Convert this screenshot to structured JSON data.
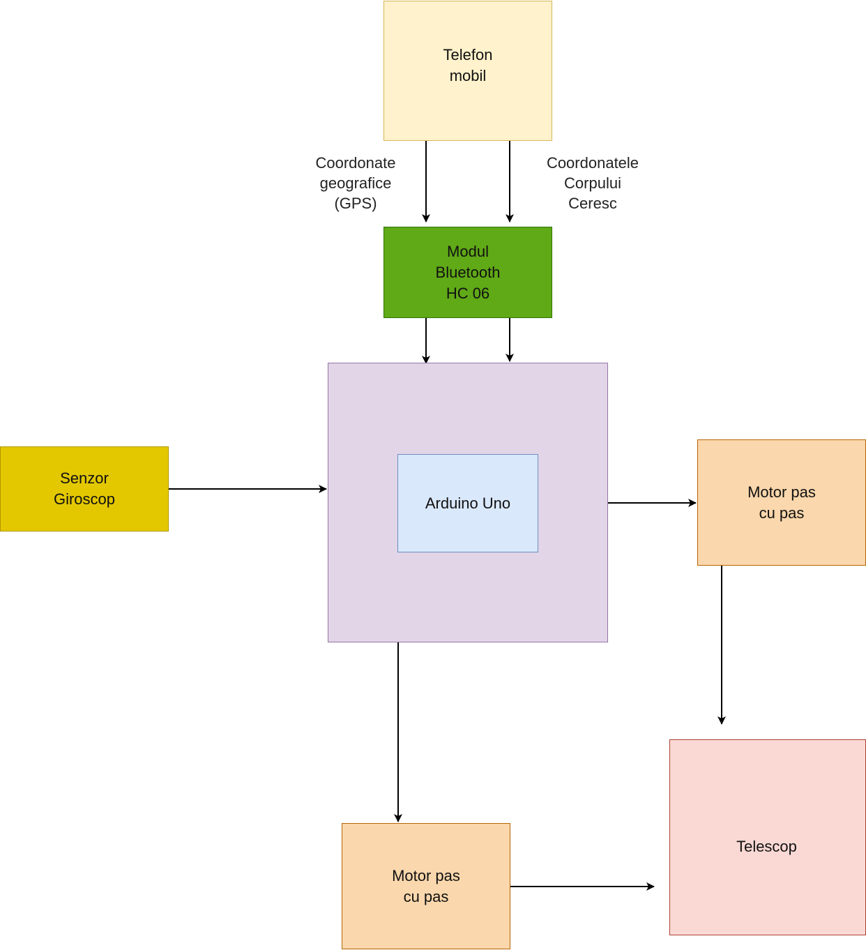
{
  "nodes": {
    "phone": {
      "label": "Telefon\nmobil",
      "fill": "#fff2cc",
      "stroke": "#d6b656"
    },
    "bluetooth": {
      "label": "Modul\nBluetooth\nHC 06",
      "fill": "#60a917",
      "stroke": "#2d7600"
    },
    "board": {
      "label": "",
      "fill": "#e1d5e7",
      "stroke": "#9673a6"
    },
    "arduino": {
      "label": "Arduino Uno",
      "fill": "#dae8fc",
      "stroke": "#6c8ebf"
    },
    "gyro": {
      "label": "Senzor\nGiroscop",
      "fill": "#e3c800",
      "stroke": "#b09500"
    },
    "motor_right": {
      "label": "Motor pas\ncu pas",
      "fill": "#fad7ac",
      "stroke": "#b46504"
    },
    "motor_bottom": {
      "label": "Motor pas\ncu pas",
      "fill": "#fad7ac",
      "stroke": "#b46504"
    },
    "telescope": {
      "label": "Telescop",
      "fill": "#fad9d5",
      "stroke": "#ae4132"
    }
  },
  "edge_labels": {
    "gps": "Coordonate\ngeografice\n(GPS)",
    "celestial": "Coordonatele\nCorpului\nCeresc"
  },
  "edges": [
    {
      "from": "phone",
      "to": "bluetooth",
      "label": "gps"
    },
    {
      "from": "phone",
      "to": "bluetooth",
      "label": "celestial"
    },
    {
      "from": "bluetooth",
      "to": "board"
    },
    {
      "from": "bluetooth",
      "to": "board"
    },
    {
      "from": "gyro",
      "to": "board"
    },
    {
      "from": "board",
      "to": "motor_right"
    },
    {
      "from": "board",
      "to": "motor_bottom"
    },
    {
      "from": "motor_right",
      "to": "telescope"
    },
    {
      "from": "motor_bottom",
      "to": "telescope"
    }
  ]
}
